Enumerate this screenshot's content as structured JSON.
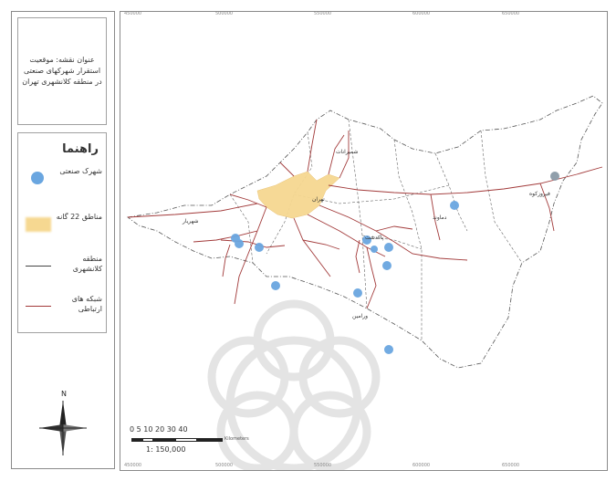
{
  "map_title": "عنوان نقشه: موقعیت استقرار شهرکهای صنعتی در منطقه کلانشهری تهران",
  "legend": {
    "title": "راهنما",
    "items": [
      {
        "label": "شهرک صنعتی",
        "symbol": "dot",
        "color": "#6aa6e0"
      },
      {
        "label": "مناطق 22 گانه",
        "symbol": "zone",
        "color": "#f6d891"
      },
      {
        "label": "منطقه کلانشهری",
        "symbol": "line",
        "color": "#444444"
      },
      {
        "label": "شبکه های ارتباطی",
        "symbol": "road",
        "color": "#a23a3a"
      }
    ]
  },
  "north_arrow": {
    "label": "N",
    "icon": "north-arrow-icon"
  },
  "scale_bar": {
    "numbers": "0  5 10   20    30    40",
    "units": "Kilometers",
    "ratio": "1: 150,000"
  },
  "place_labels": [
    {
      "name": "شمیرانات"
    },
    {
      "name": "تهران"
    },
    {
      "name": "فیروزکوه"
    },
    {
      "name": "دماوند"
    },
    {
      "name": "ورامین"
    },
    {
      "name": "شهریار"
    },
    {
      "name": "پاکدشت"
    }
  ],
  "top_ticks": [
    "450000",
    "500000",
    "550000",
    "600000",
    "650000"
  ],
  "bottom_ticks": [
    "450000",
    "500000",
    "550000",
    "600000",
    "650000"
  ],
  "colors": {
    "boundary": "#555555",
    "roads": "#a23a3a",
    "zone": "#f6d891",
    "industrial": "#6aa6e0",
    "watermark": "#e4e4e4"
  }
}
